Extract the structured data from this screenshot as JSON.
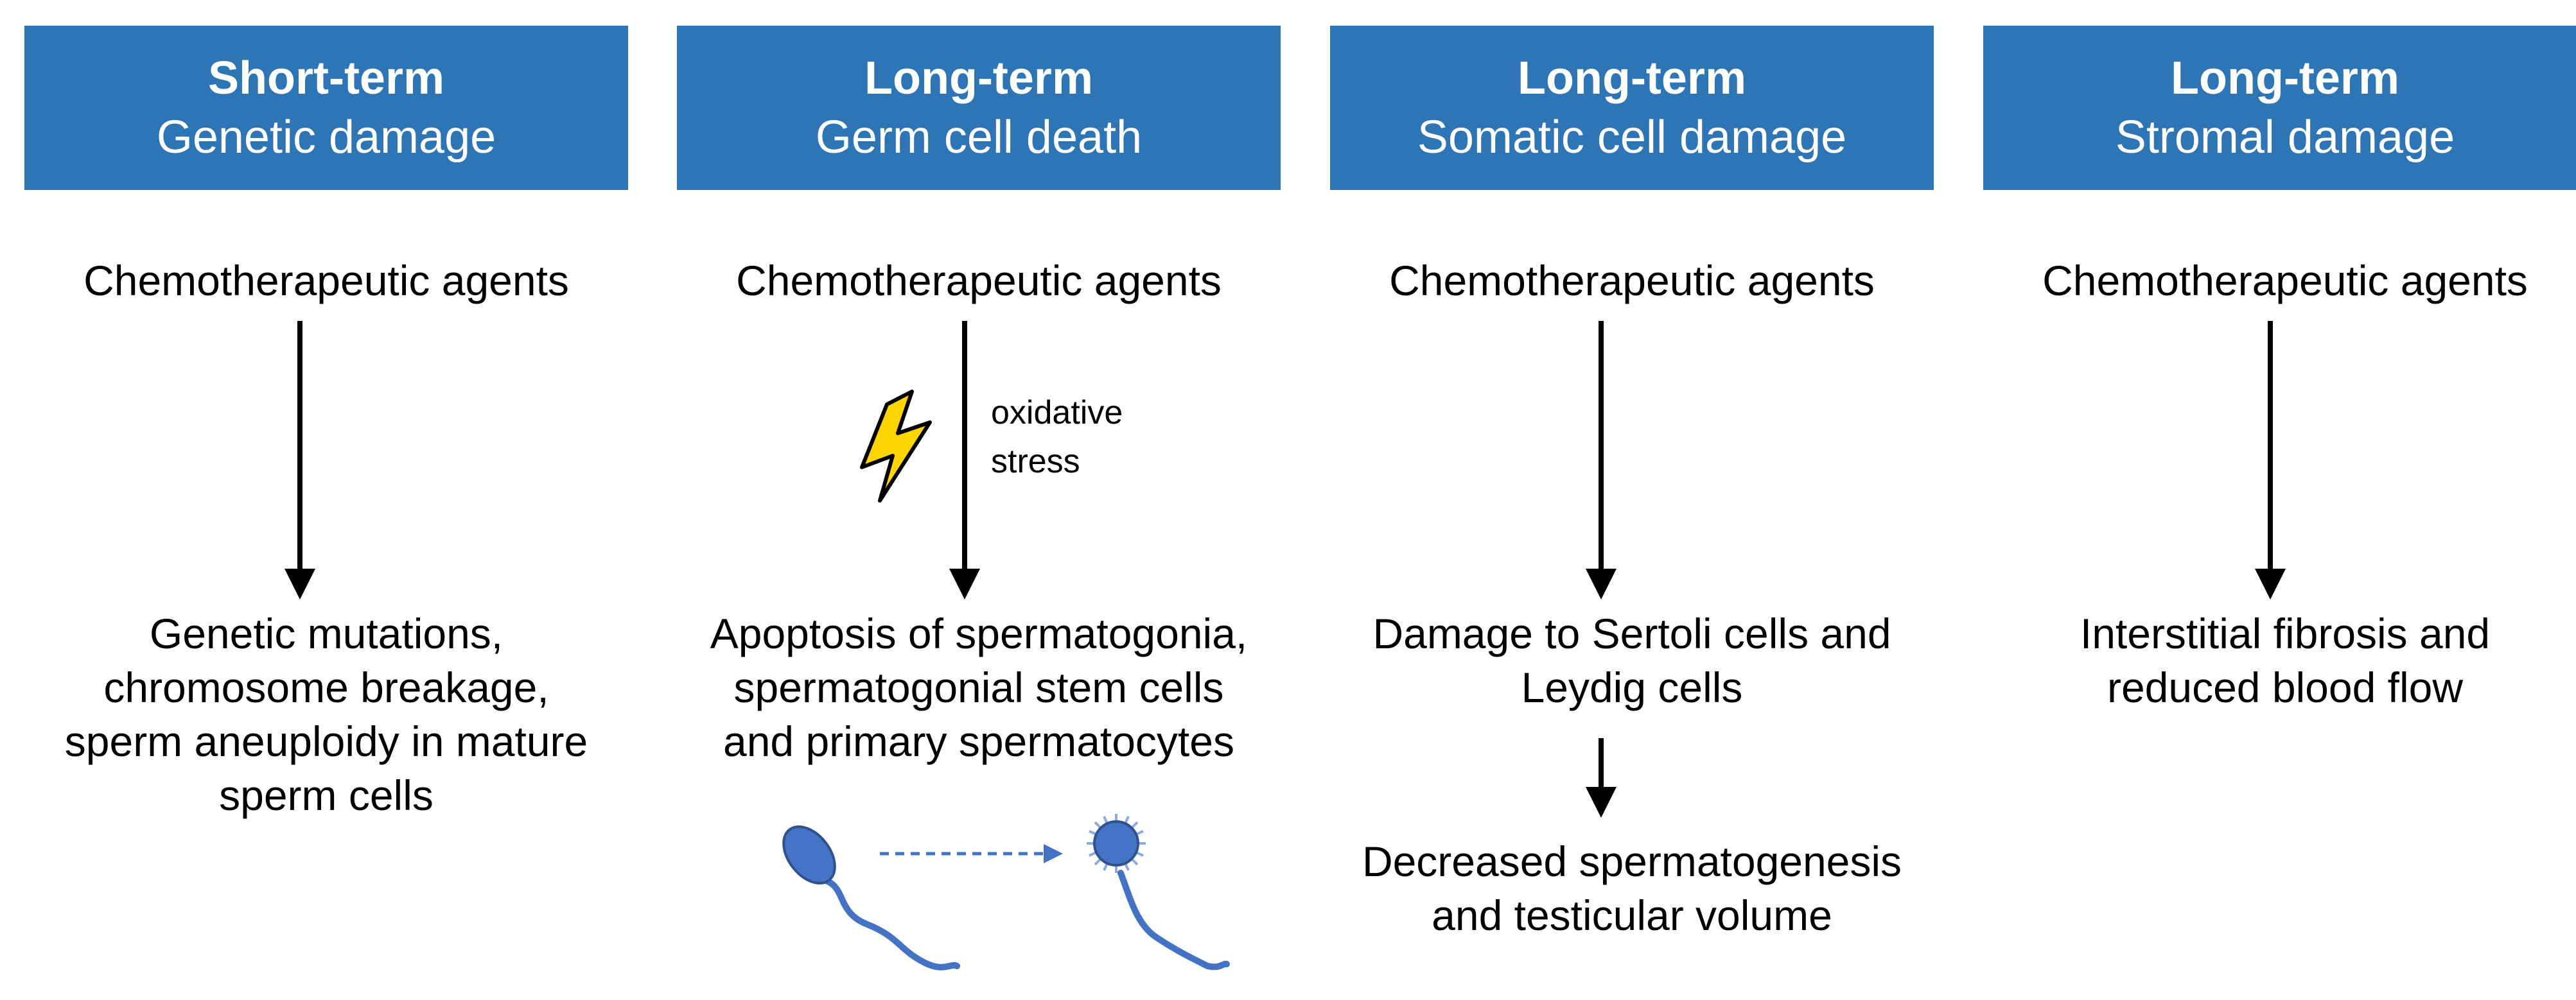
{
  "columns": [
    {
      "term": "Short-term",
      "category": "Genetic damage",
      "agent": "Chemotherapeutic agents",
      "outcome_lines": [
        "Genetic mutations,",
        "chromosome breakage,",
        "sperm aneuploidy in mature",
        "sperm cells"
      ]
    },
    {
      "term": "Long-term",
      "category": "Germ cell death",
      "agent": "Chemotherapeutic agents",
      "mechanism_lines": [
        "oxidative",
        "stress"
      ],
      "outcome_lines": [
        "Apoptosis of spermatogonia,",
        "spermatogonial stem cells",
        "and primary spermatocytes"
      ],
      "icons": [
        "lightning-bolt-icon",
        "healthy-sperm-icon",
        "damaged-sperm-icon"
      ]
    },
    {
      "term": "Long-term",
      "category": "Somatic cell damage",
      "agent": "Chemotherapeutic agents",
      "outcome_lines": [
        "Damage to Sertoli cells and",
        "Leydig cells"
      ],
      "secondary_outcome_lines": [
        "Decreased spermatogenesis",
        "and testicular volume"
      ]
    },
    {
      "term": "Long-term",
      "category": "Stromal damage",
      "agent": "Chemotherapeutic agents",
      "outcome_lines": [
        "Interstitial fibrosis and",
        "reduced blood flow"
      ]
    }
  ],
  "colors": {
    "header_fill": "#2e75b6",
    "header_text": "#ffffff",
    "lightning_fill": "#ffd500",
    "sperm_fill": "#4472c4"
  }
}
